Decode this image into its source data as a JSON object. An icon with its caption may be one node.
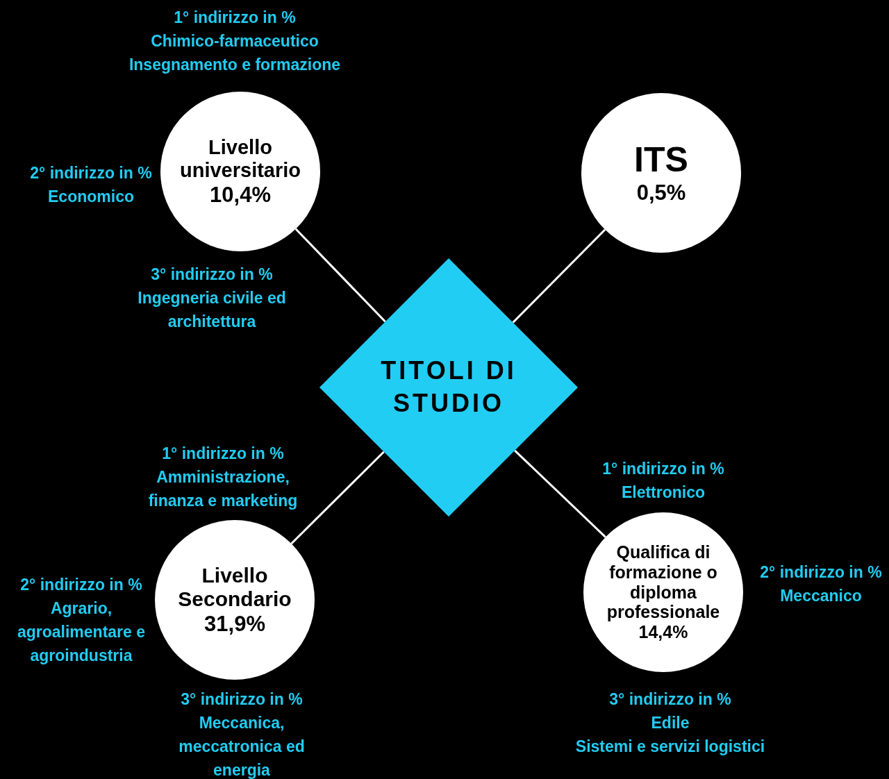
{
  "diagram": {
    "nodes": [
      {
        "text": [
          "Livello universitario",
          "10,4%"
        ],
        "beside": [
          "1° indirizzo in %",
          "Chimico-farmaceutico",
          "Insegnamento e formazione",
          "2° indirizzo in %",
          "Economico",
          "3° indirizzo in %",
          "Ingegneria civile ed architettura"
        ]
      },
      {
        "text": [
          "ITS",
          "0,5%"
        ]
      },
      {
        "text": [
          "TITOLI DI STUDIO"
        ]
      },
      {
        "text": [
          "Livello Secondario",
          "31,9%"
        ],
        "beside": [
          "1° indirizzo in %",
          "Amministrazione, finanza e marketing",
          "2° indirizzo in %",
          "Agrario, agroalimentare e agroindustria",
          "3° indirizzo in %",
          "Meccanica, meccatronica ed energia"
        ]
      },
      {
        "text": [
          "Qualifica di formazione o diploma professionale",
          "14,4%"
        ],
        "beside": [
          "1° indirizzo in %",
          "Elettronico",
          "2° indirizzo in %",
          "Meccanico",
          "3° indirizzo in %",
          "Edile",
          "Sistemi e servizi logistici"
        ]
      }
    ],
    "edges": [
      {
        "from": 2,
        "to": 0,
        "arrow": "none"
      },
      {
        "from": 2,
        "to": 1,
        "arrow": "none"
      },
      {
        "from": 2,
        "to": 3,
        "arrow": "none"
      },
      {
        "from": 2,
        "to": 4,
        "arrow": "none"
      }
    ]
  }
}
